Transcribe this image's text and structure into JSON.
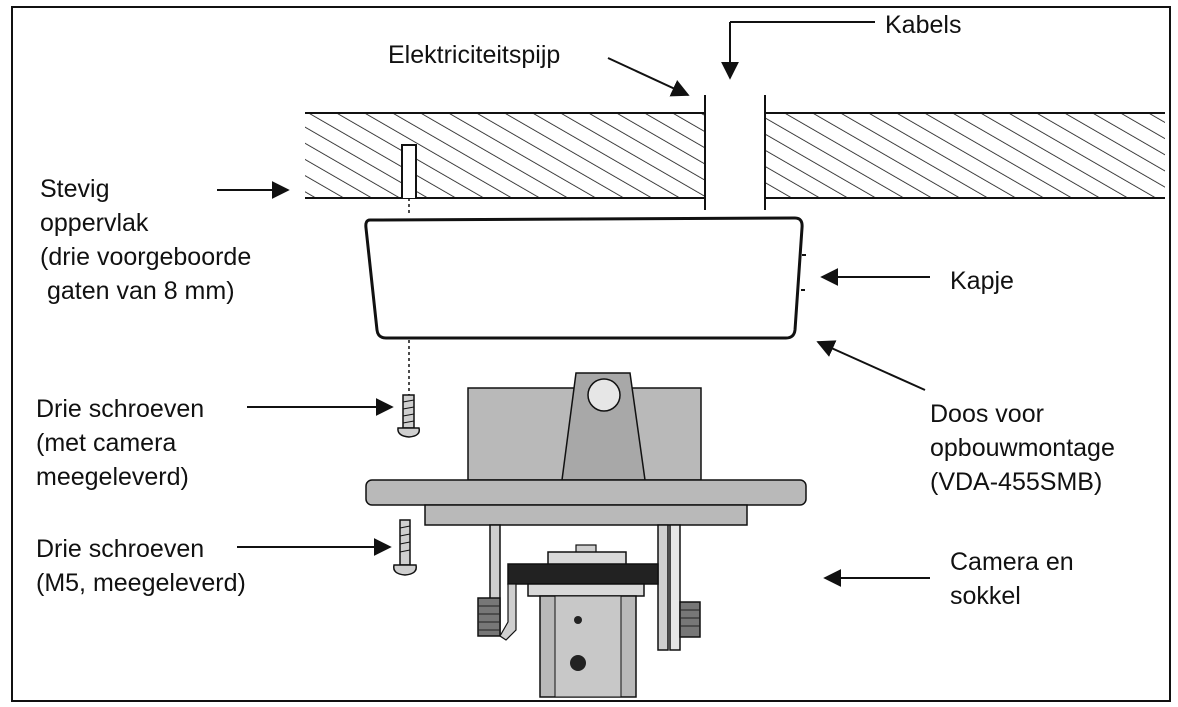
{
  "labels": {
    "kabels": [
      "Kabels"
    ],
    "pipe": [
      "Elektriciteitspijp"
    ],
    "surface": [
      "Stevig",
      "oppervlak",
      "(drie voorgeboorde",
      " gaten van 8 mm)"
    ],
    "cap": [
      "Kapje"
    ],
    "box": [
      "Doos voor",
      "opbouwmontage",
      "(VDA-455SMB)"
    ],
    "screws_camera": [
      "Drie schroeven",
      "(met camera",
      "meegeleverd)"
    ],
    "screws_m5": [
      "Drie schroeven",
      "(M5, meegeleverd)"
    ],
    "camera": [
      "Camera en",
      "sokkel"
    ]
  },
  "colors": {
    "line": "#111111",
    "gray": "#b9b9b9",
    "dark": "#222222",
    "light": "#d9d9d9"
  }
}
